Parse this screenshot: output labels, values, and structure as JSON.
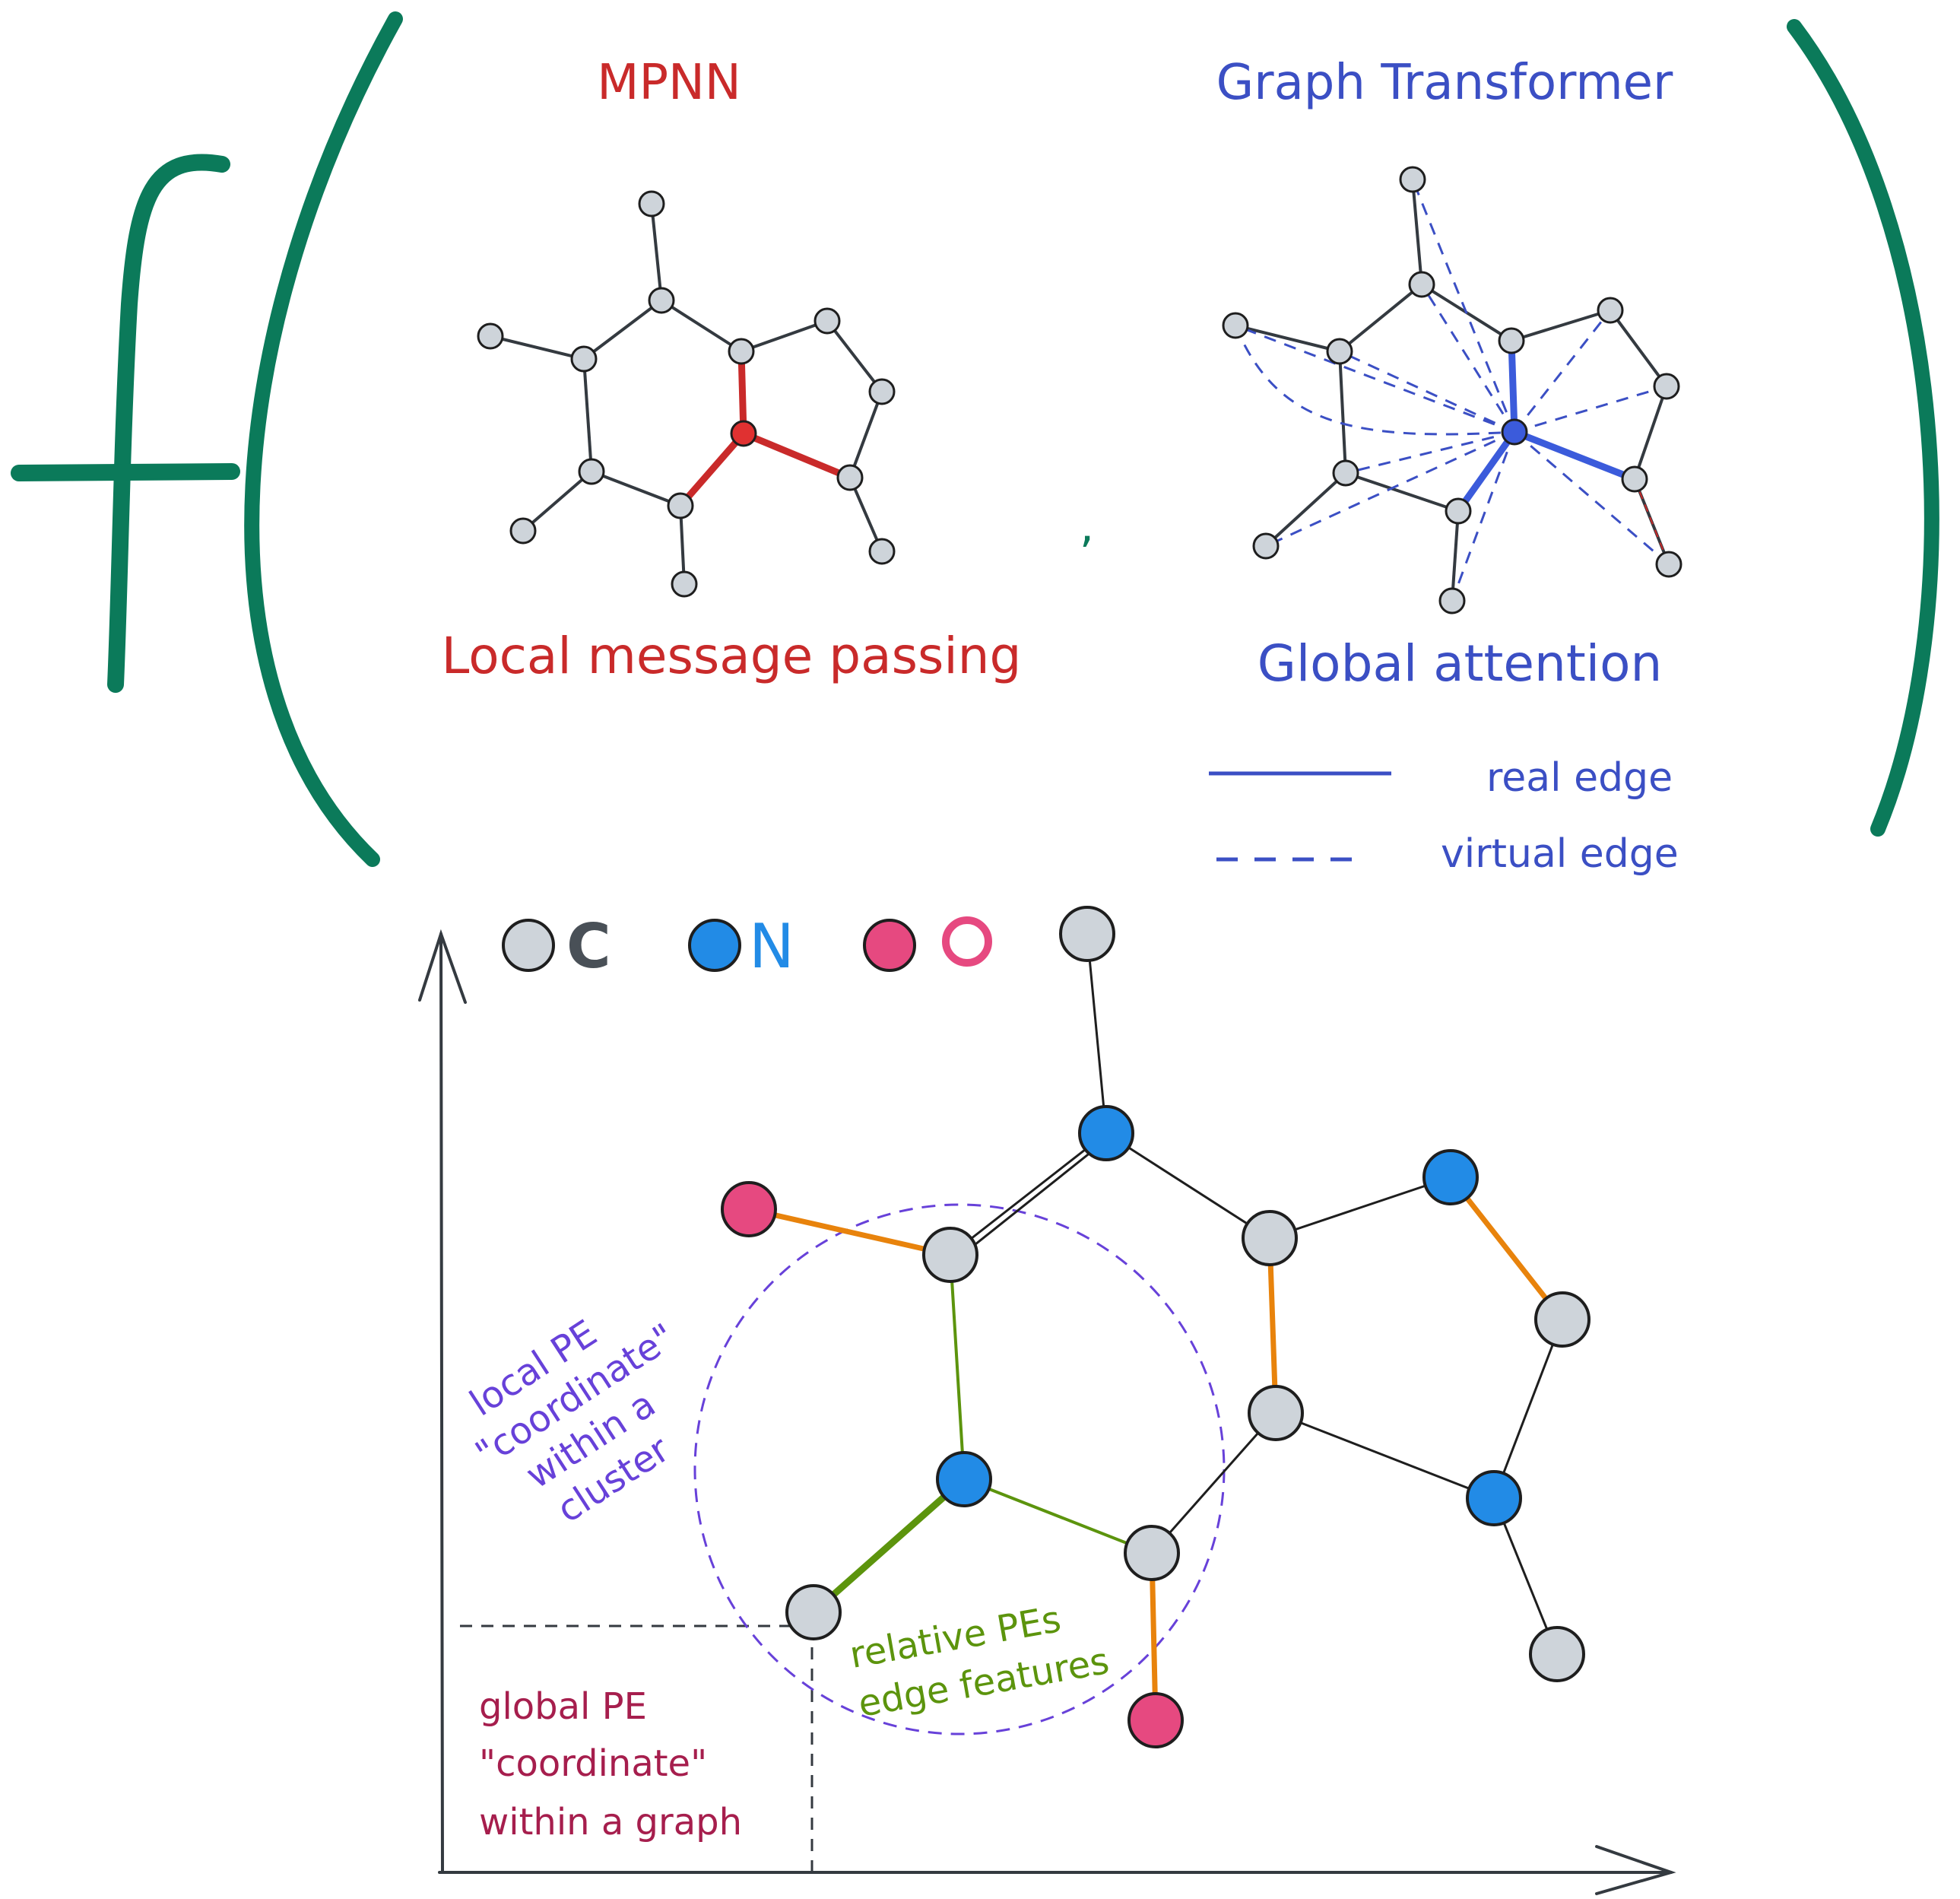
{
  "labels": {
    "mpnn": "MPNN",
    "graph_transformer": "Graph Transformer",
    "local_mp": "Local message passing",
    "global_attention": "Global attention",
    "comma": ",",
    "real_edge": "real edge",
    "virtual_edge": "virtual edge",
    "legend_c": "C",
    "legend_n": "N",
    "legend_o": "O",
    "local_pe_lines": [
      "local PE",
      "\"coordinate\"",
      "within a",
      "cluster"
    ],
    "global_pe_lines": [
      "global PE",
      "\"coordinate\"",
      "within a graph"
    ],
    "relative_pe_lines": [
      "relative PEs",
      "edge features"
    ]
  },
  "colors": {
    "green": "#0b7a5a",
    "mpnn_red": "#c92a2a",
    "gt_blue": "#3b4fc4",
    "atom_gray": "#ced4da",
    "atom_blue": "#228be6",
    "atom_pink": "#e64980",
    "orange": "#e8830c",
    "olive": "#5c940d",
    "purple": "#6741d9",
    "magenta": "#a61e4d",
    "ink": "#1e1e1e"
  },
  "icons": {
    "function": "function-f-glyph",
    "parentheses": "parenthesis-glyph"
  }
}
